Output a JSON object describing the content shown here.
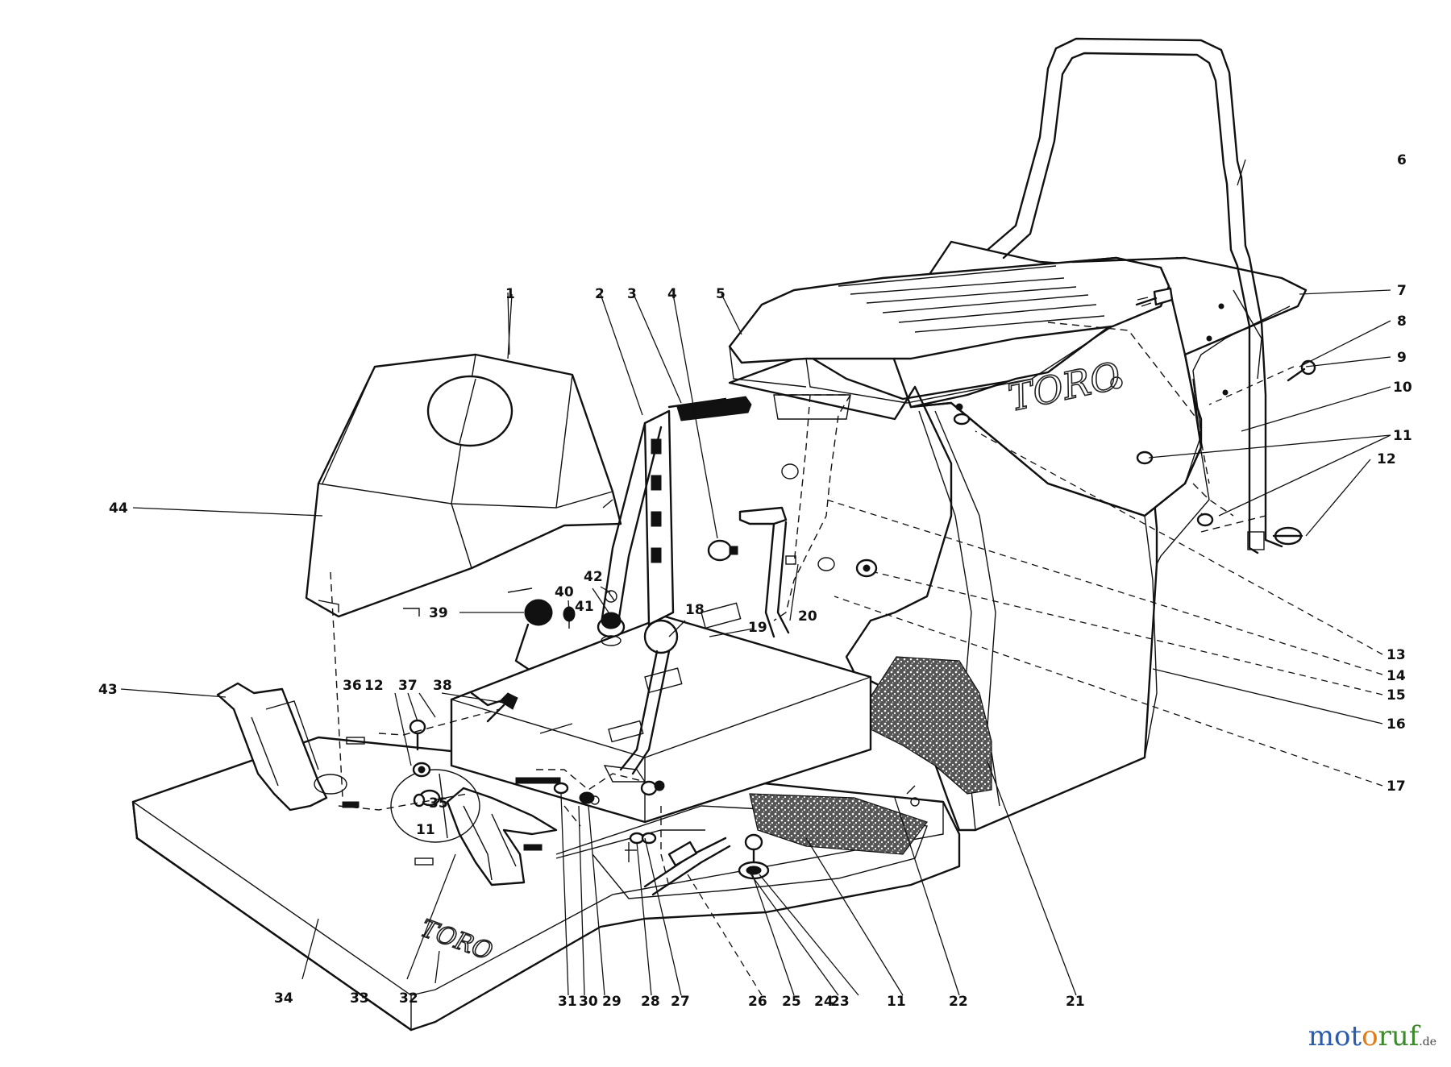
{
  "diagram": {
    "labels": [
      "1",
      "2",
      "3",
      "4",
      "5",
      "6",
      "7",
      "8",
      "9",
      "10",
      "11",
      "12",
      "13",
      "14",
      "15",
      "16",
      "17",
      "18",
      "19",
      "20",
      "21",
      "22",
      "23",
      "24",
      "25",
      "26",
      "27",
      "28",
      "29",
      "30",
      "31",
      "32",
      "33",
      "34",
      "35",
      "36",
      "37",
      "38",
      "39",
      "40",
      "41",
      "42",
      "43",
      "44",
      "11",
      "11",
      "12"
    ],
    "brand_marks": [
      "TORO",
      "TORO"
    ]
  },
  "watermark": {
    "part1": "mot",
    "part2": "o",
    "part3": "ruf",
    "part4": ".de"
  }
}
